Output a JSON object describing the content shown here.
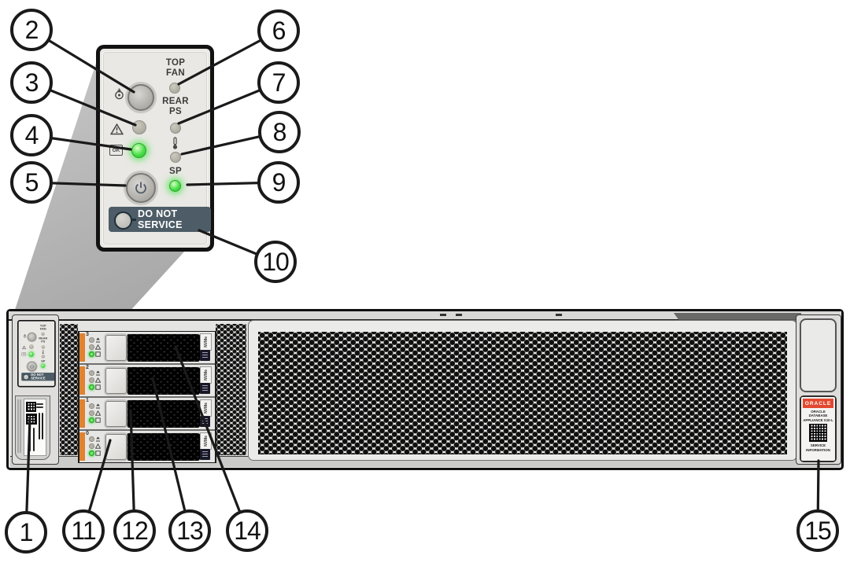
{
  "control_panel": {
    "top_fan_line1": "TOP",
    "top_fan_line2": "FAN",
    "rear_ps_line1": "REAR",
    "rear_ps_line2": "PS",
    "sp_label": "SP",
    "ok_label": "OK",
    "do_not_service_line1": "DO NOT",
    "do_not_service_line2": "SERVICE",
    "leds": {
      "ok": "green-lit",
      "sp": "green-lit",
      "top_fan": "off",
      "rear_ps": "off",
      "overtemp": "off",
      "fault": "off"
    }
  },
  "icons": {
    "locate": "locate-target-with-arrow",
    "fault": "warning-triangle",
    "ok_frame": "ok-box",
    "power": "power-symbol",
    "thermometer": "thermometer",
    "drive_ready": "ready-to-remove-arrow",
    "drive_fault": "fault-triangle",
    "drive_ok": "activity-box"
  },
  "server": {
    "drive_bays": [
      {
        "bay": "3",
        "type": "NVMe"
      },
      {
        "bay": "2",
        "type": "NVMe"
      },
      {
        "bay": "1",
        "type": "NVMe"
      },
      {
        "bay": "0",
        "type": "NVMe"
      }
    ],
    "service_label": {
      "brand": "ORACLE",
      "product_line1": "ORACLE",
      "product_line2": "DATABASE",
      "product_line3": "APPLIANCE X10-L",
      "info_line1": "SERVICE",
      "info_line2": "INFORMATION"
    }
  },
  "callouts": [
    {
      "number": "1"
    },
    {
      "number": "2"
    },
    {
      "number": "3"
    },
    {
      "number": "4"
    },
    {
      "number": "5"
    },
    {
      "number": "6"
    },
    {
      "number": "7"
    },
    {
      "number": "8"
    },
    {
      "number": "9"
    },
    {
      "number": "10"
    },
    {
      "number": "11"
    },
    {
      "number": "12"
    },
    {
      "number": "13"
    },
    {
      "number": "14"
    },
    {
      "number": "15"
    }
  ],
  "colors": {
    "led_green": "#3fd93f",
    "bay_strip_orange": "#e0822f",
    "banner_slate": "#4d5c66",
    "oracle_red": "#e2492f"
  }
}
